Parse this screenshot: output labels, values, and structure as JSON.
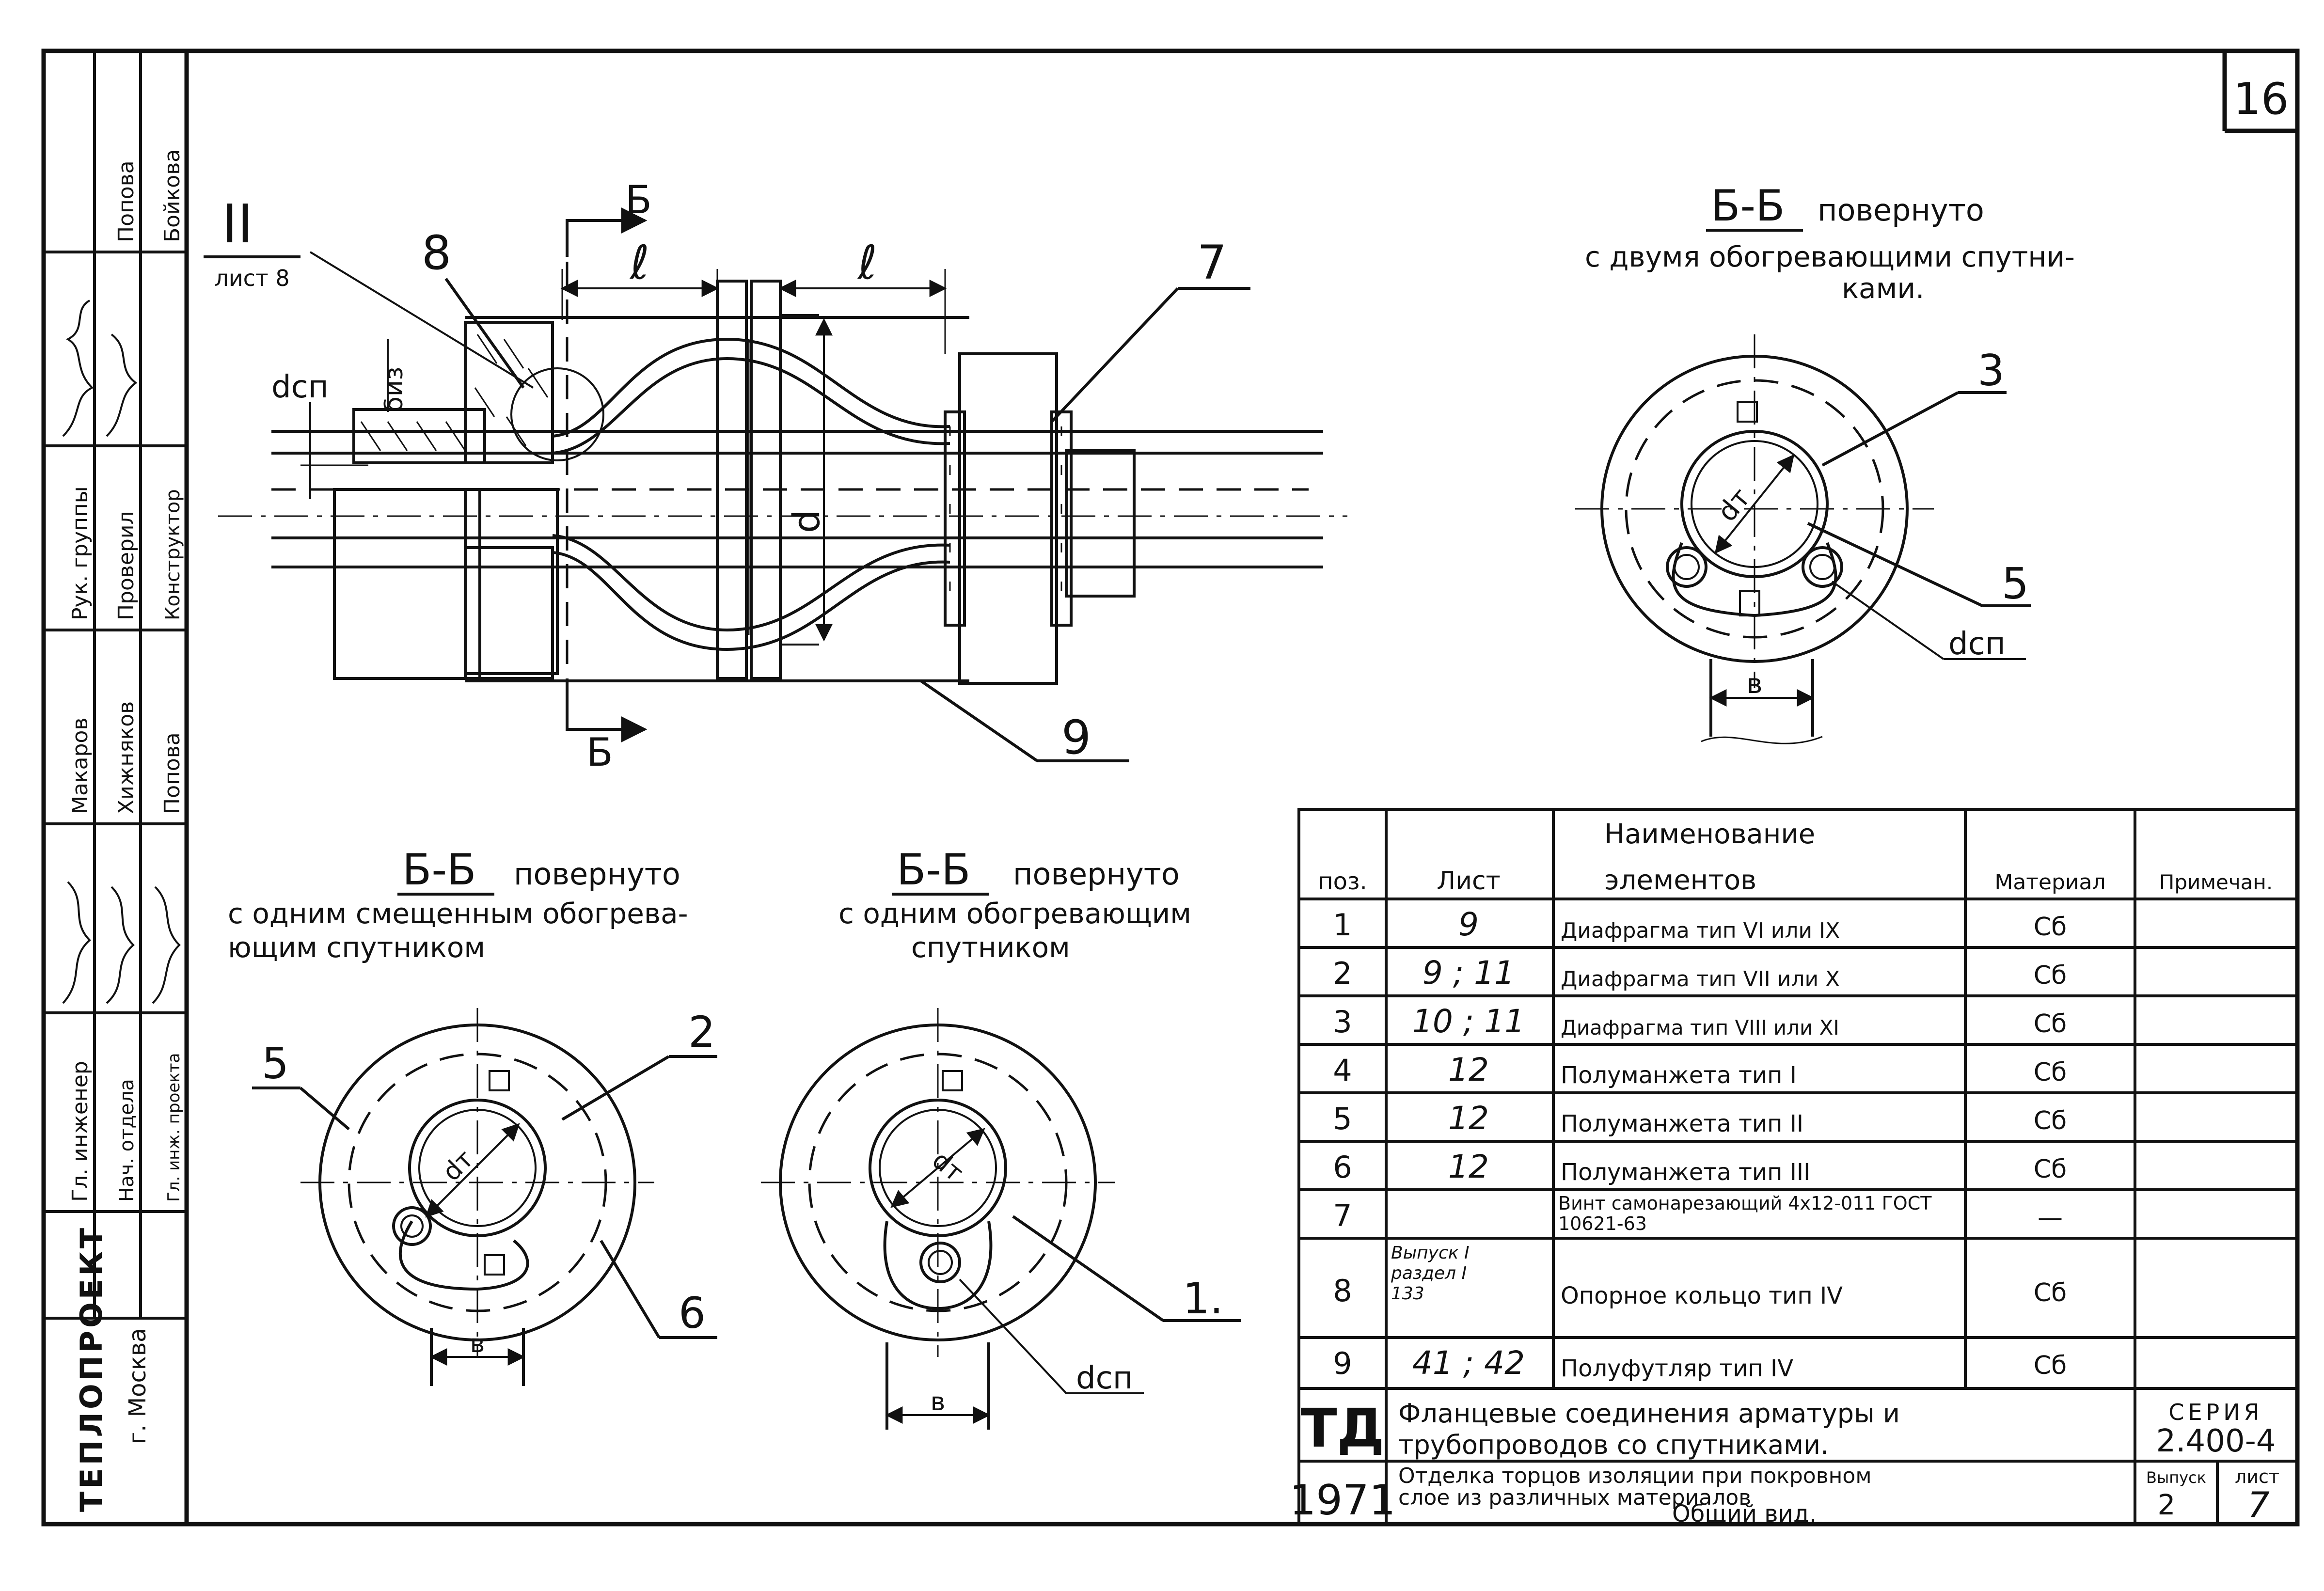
{
  "sheet_number": "16",
  "main_view": {
    "section_mark": "Б",
    "detail_ref": "II",
    "detail_sheet": "лист 8",
    "dim_length": "ℓ",
    "dim_insulation": "δиз",
    "dim_satellite": "dсп",
    "dim_diameter": "d",
    "callouts": [
      "8",
      "7",
      "9"
    ]
  },
  "section_top_right": {
    "title": "Б-Б",
    "rotated": "повернуто",
    "caption": [
      "с двумя обогревающими спутни-",
      "ками."
    ],
    "dims": {
      "pipe": "dт",
      "satellite": "dсп",
      "width": "в"
    },
    "callouts": [
      "3",
      "5"
    ]
  },
  "section_bottom_left": {
    "title": "Б-Б",
    "rotated": "повернуто",
    "caption": [
      "с одним смещенным обогрева-",
      "ющим спутником"
    ],
    "dims": {
      "pipe": "dт",
      "width": "в"
    },
    "callouts": [
      "5",
      "2",
      "6"
    ]
  },
  "section_bottom_middle": {
    "title": "Б-Б",
    "rotated": "повернуто",
    "caption": [
      "с одним обогревающим",
      "спутником"
    ],
    "dims": {
      "pipe": "dт",
      "satellite": "dсп",
      "width": "в"
    },
    "callouts": [
      "1."
    ]
  },
  "spec_table": {
    "headers": {
      "pos": "поз.",
      "sheet": "Лист",
      "name_1": "Наименование",
      "name_2": "элементов",
      "material": "Материал",
      "note": "Примечан."
    },
    "rows": [
      {
        "pos": "1",
        "sheet": "9",
        "name": "Диафрагма тип VI или IX",
        "material": "Сб",
        "note": ""
      },
      {
        "pos": "2",
        "sheet": "9 ; 11",
        "name": "Диафрагма тип VII или X",
        "material": "Сб",
        "note": ""
      },
      {
        "pos": "3",
        "sheet": "10 ; 11",
        "name": "Диафрагма тип VIII или XI",
        "material": "Сб",
        "note": ""
      },
      {
        "pos": "4",
        "sheet": "12",
        "name": "Полуманжета тип I",
        "material": "Сб",
        "note": ""
      },
      {
        "pos": "5",
        "sheet": "12",
        "name": "Полуманжета тип II",
        "material": "Сб",
        "note": ""
      },
      {
        "pos": "6",
        "sheet": "12",
        "name": "Полуманжета тип III",
        "material": "Сб",
        "note": ""
      },
      {
        "pos": "7",
        "sheet": "",
        "name": "Винт самонарезающий 4х12-011 ГОСТ 10621-63",
        "material": "—",
        "note": ""
      },
      {
        "pos": "8",
        "sheet": "Выпуск I раздел I 133",
        "name": "Опорное кольцо тип IV",
        "material": "Сб",
        "note": ""
      },
      {
        "pos": "9",
        "sheet": "41 ; 42",
        "name": "Полуфутляр тип IV",
        "material": "Сб",
        "note": ""
      }
    ]
  },
  "title_block": {
    "logo": "ТД",
    "year": "1971",
    "title_1": "Фланцевые соединения арматуры и",
    "title_2": "трубопроводов со спутниками.",
    "subtitle_1": "Отделка торцов изоляции при покровном",
    "subtitle_2": "слое из различных материалов",
    "subtitle_3": "Общий вид.",
    "series_label": "СЕРИЯ",
    "series": "2.400-4",
    "issue_label": "Выпуск",
    "issue": "2",
    "sheet_label": "лист",
    "sheet": "7"
  },
  "side_stamp": {
    "org": "ТЕПЛОПРОЕКТ",
    "city": "г. Москва",
    "roles": [
      "Гл. инженер",
      "Нач. отдела",
      "Гл. инж. проекта",
      "Рук. группы",
      "Проверил",
      "Конструктор"
    ],
    "names": [
      "Макаров",
      "Хижняков",
      "Попова",
      "Попова",
      "Бойкова"
    ]
  }
}
